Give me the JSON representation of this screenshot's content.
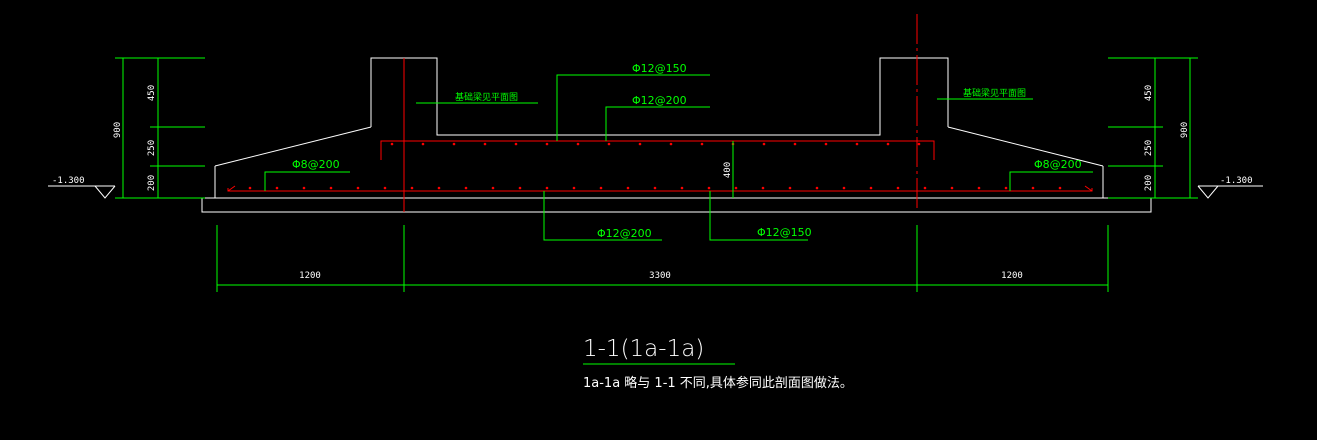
{
  "drawing": {
    "colors": {
      "background": "#000000",
      "outline": "#ffffff",
      "dimension": "#00ff00",
      "rebar": "#ff0000",
      "centerline": "#ff0000",
      "text": "#ffffff",
      "annotation": "#00ff00"
    },
    "left_dimensions": {
      "total": "900",
      "segments": [
        "450",
        "250",
        "200"
      ],
      "elevation": "-1.300"
    },
    "right_dimensions": {
      "total": "900",
      "segments": [
        "450",
        "250",
        "200"
      ],
      "elevation": "-1.300"
    },
    "bottom_dimensions": [
      "1200",
      "3300",
      "1200"
    ],
    "slab_height": "400",
    "rebar_labels": {
      "top_upper": "Φ12@150",
      "top_lower": "Φ12@200",
      "bottom_left": "Φ12@200",
      "bottom_right": "Φ12@150",
      "stirrup_left": "Φ8@200",
      "stirrup_right": "Φ8@200"
    },
    "beam_notes": {
      "left": "基础梁见平面图",
      "right": "基础梁见平面图"
    },
    "title": "1-1(1a-1a)",
    "subtitle": "1a-1a  略与 1-1  不同,具体参同此剖面图做法。"
  }
}
